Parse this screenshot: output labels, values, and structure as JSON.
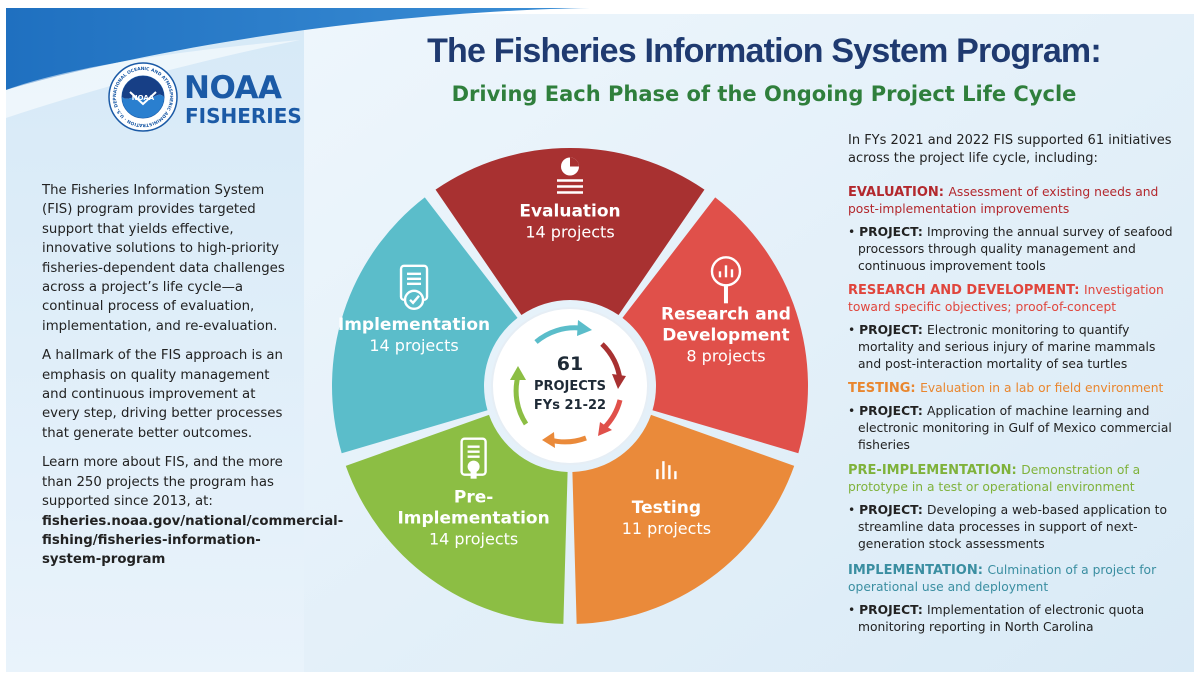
{
  "logo": {
    "word1": "NOAA",
    "word2": "FISHERIES",
    "seal_text": "NATIONAL OCEANIC AND ATMOSPHERIC ADMINISTRATION · U.S. DEPARTMENT OF COMMERCE",
    "seal_center": "NOAA"
  },
  "header": {
    "title": "The Fisheries Information System Program:",
    "subtitle": "Driving Each Phase of the Ongoing Project Life Cycle"
  },
  "intro": {
    "p1": "The Fisheries Information System (FIS) program provides targeted support that yields effective, innovative solutions to high-priority fisheries-dependent data challenges across a project’s life cycle—a continual process of evaluation, implementation, and re-evaluation.",
    "p2": "A hallmark of the FIS approach is an emphasis on quality management and continuous improvement at every step, driving better processes that generate better outcomes.",
    "p3": "Learn more about FIS, and the more than 250 projects the program has supported since 2013, at:",
    "link": "fisheries.noaa.gov/national/commercial-fishing/fisheries-information-system-program"
  },
  "wheel": {
    "center_number": "61",
    "center_line1": "PROJECTS",
    "center_line2": "FYs 21-22",
    "segments": [
      {
        "name": "evaluation",
        "label_lines": [
          "Evaluation"
        ],
        "count_text": "14 projects",
        "projects": 14,
        "color": "#a83131",
        "icon": "pie-chart-icon"
      },
      {
        "name": "research-and-development",
        "label_lines": [
          "Research and",
          "Development"
        ],
        "count_text": "8 projects",
        "projects": 8,
        "color": "#e0504a",
        "icon": "magnifier-chart-icon"
      },
      {
        "name": "testing",
        "label_lines": [
          "Testing"
        ],
        "count_text": "11 projects",
        "projects": 11,
        "color": "#ea8a3a",
        "icon": "bar-chart-icon"
      },
      {
        "name": "pre-implementation",
        "label_lines": [
          "Pre-",
          "Implementation"
        ],
        "count_text": "14 projects",
        "projects": 14,
        "color": "#8cbe44",
        "icon": "clipboard-icon"
      },
      {
        "name": "implementation",
        "label_lines": [
          "Implementation"
        ],
        "count_text": "14 projects",
        "projects": 14,
        "color": "#5bbdca",
        "icon": "checklist-icon"
      }
    ]
  },
  "right_panel": {
    "intro": "In FYs 2021 and 2022 FIS supported 61 initiatives across the project life cycle, including:",
    "project_key": "PROJECT:",
    "phases": [
      {
        "key": "EVALUATION:",
        "desc": "Assessment of existing needs and post-implementation improvements",
        "project": "Improving the annual survey of seafood processors through quality management and continuous improvement tools",
        "color": "#b3282d"
      },
      {
        "key": "RESEARCH AND DEVELOPMENT:",
        "desc": "Investigation toward specific objectives; proof-of-concept",
        "project": "Electronic monitoring to quantify mortality and serious injury of marine mammals and post-interaction mortality of sea turtles",
        "color": "#e0453c"
      },
      {
        "key": "TESTING:",
        "desc": "Evaluation in a lab or field environment",
        "project": "Application of machine learning and electronic monitoring in Gulf of Mexico commercial fisheries",
        "color": "#e9862e"
      },
      {
        "key": "PRE-IMPLEMENTATION:",
        "desc": "Demonstration of a prototype in a test or operational environment",
        "project": "Developing a web-based application to streamline data processes in support of next-generation stock assessments",
        "color": "#7fb23b"
      },
      {
        "key": "IMPLEMENTATION:",
        "desc": "Culmination of a project for operational use and deployment",
        "project": "Implementation of electronic quota monitoring reporting in North Carolina",
        "color": "#3a8ea1"
      }
    ]
  }
}
